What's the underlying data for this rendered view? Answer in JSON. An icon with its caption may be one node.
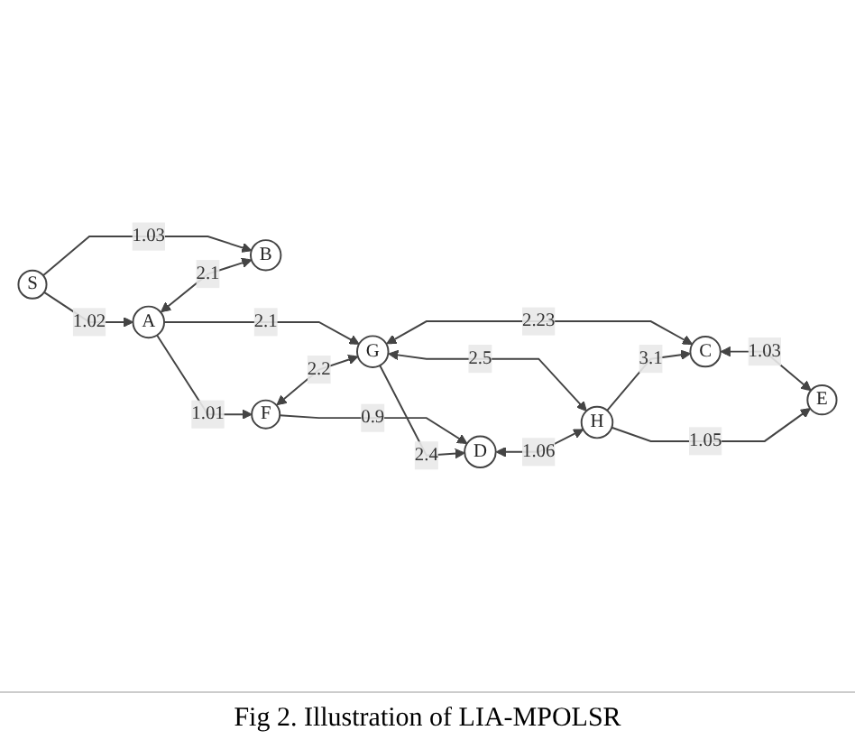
{
  "diagram": {
    "caption": "Fig 2. Illustration of LIA-MPOLSR",
    "nodes": [
      {
        "text": [
          "S"
        ]
      },
      {
        "text": [
          "A"
        ]
      },
      {
        "text": [
          "B"
        ]
      },
      {
        "text": [
          "F"
        ]
      },
      {
        "text": [
          "G"
        ]
      },
      {
        "text": [
          "D"
        ]
      },
      {
        "text": [
          "H"
        ]
      },
      {
        "text": [
          "C"
        ]
      },
      {
        "text": [
          "E"
        ]
      }
    ],
    "edges": [
      {
        "from": 0,
        "to": 1,
        "arrow": "to",
        "label": "1.02"
      },
      {
        "from": 0,
        "to": 2,
        "arrow": "to",
        "label": "1.03"
      },
      {
        "from": 1,
        "to": 2,
        "arrow": "both",
        "label": "2.1"
      },
      {
        "from": 1,
        "to": 3,
        "arrow": "to",
        "label": "1.01"
      },
      {
        "from": 1,
        "to": 4,
        "arrow": "to",
        "label": "2.1"
      },
      {
        "from": 3,
        "to": 4,
        "arrow": "both",
        "label": "2.2"
      },
      {
        "from": 3,
        "to": 5,
        "arrow": "to",
        "label": "0.9"
      },
      {
        "from": 4,
        "to": 5,
        "arrow": "to",
        "label": "2.4"
      },
      {
        "from": 4,
        "to": 7,
        "arrow": "both",
        "label": "2.23"
      },
      {
        "from": 4,
        "to": 6,
        "arrow": "both",
        "label": "2.5"
      },
      {
        "from": 5,
        "to": 6,
        "arrow": "both",
        "label": "1.06"
      },
      {
        "from": 6,
        "to": 7,
        "arrow": "to",
        "label": "3.1"
      },
      {
        "from": 7,
        "to": 8,
        "arrow": "both",
        "label": "1.03"
      },
      {
        "from": 6,
        "to": 8,
        "arrow": "to",
        "label": "1.05"
      }
    ]
  }
}
